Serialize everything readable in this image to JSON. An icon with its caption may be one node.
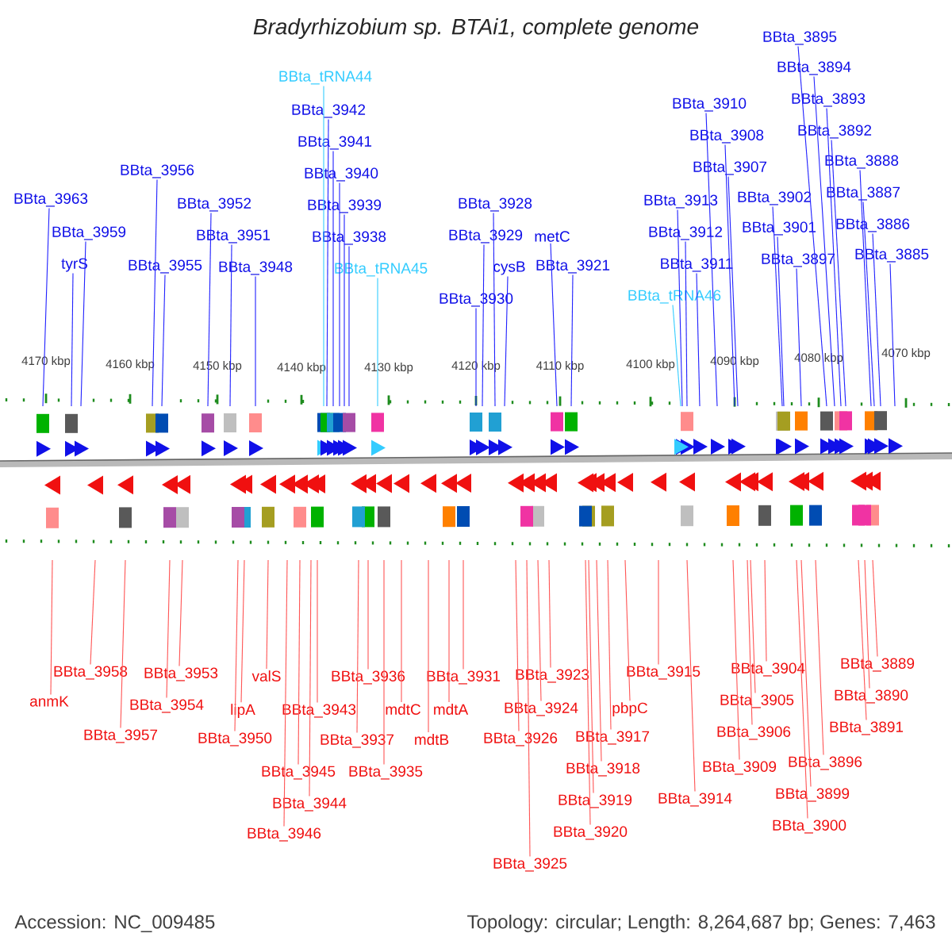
{
  "diagram": {
    "title": "Bradyrhizobium sp. BTAi1, complete genome",
    "nodes": [
      {
        "text": [
          "BBta_3895"
        ]
      },
      {
        "text": [
          "BBta_3894"
        ]
      },
      {
        "text": [
          "BBta_tRNA44"
        ]
      },
      {
        "text": [
          "BBta_3893"
        ]
      },
      {
        "text": [
          "BBta_3910"
        ]
      },
      {
        "text": [
          "BBta_3942"
        ]
      },
      {
        "text": [
          "BBta_3892"
        ]
      },
      {
        "text": [
          "BBta_3908"
        ]
      },
      {
        "text": [
          "BBta_3941"
        ]
      },
      {
        "text": [
          "BBta_3888"
        ]
      },
      {
        "text": [
          "BBta_3907"
        ]
      },
      {
        "text": [
          "BBta_3956"
        ]
      },
      {
        "text": [
          "BBta_3940"
        ]
      },
      {
        "text": [
          "BBta_3887"
        ]
      },
      {
        "text": [
          "BBta_3902"
        ]
      },
      {
        "text": [
          "BBta_3963"
        ]
      },
      {
        "text": [
          "BBta_3913"
        ]
      },
      {
        "text": [
          "BBta_3952"
        ]
      },
      {
        "text": [
          "BBta_3928"
        ]
      },
      {
        "text": [
          "BBta_3939"
        ]
      },
      {
        "text": [
          "BBta_3886"
        ]
      },
      {
        "text": [
          "BBta_3901"
        ]
      },
      {
        "text": [
          "BBta_3959"
        ]
      },
      {
        "text": [
          "BBta_3912"
        ]
      },
      {
        "text": [
          "BBta_3951"
        ]
      },
      {
        "text": [
          "BBta_3929"
        ]
      },
      {
        "text": [
          "metC"
        ]
      },
      {
        "text": [
          "BBta_3938"
        ]
      },
      {
        "text": [
          "BBta_3885"
        ]
      },
      {
        "text": [
          "BBta_3897"
        ]
      },
      {
        "text": [
          "tyrS"
        ]
      },
      {
        "text": [
          "BBta_3911"
        ]
      },
      {
        "text": [
          "BBta_3955"
        ]
      },
      {
        "text": [
          "BBta_3948"
        ]
      },
      {
        "text": [
          "cysB"
        ]
      },
      {
        "text": [
          "BBta_3921"
        ]
      },
      {
        "text": [
          "BBta_tRNA45"
        ]
      },
      {
        "text": [
          "BBta_tRNA46"
        ]
      },
      {
        "text": [
          "BBta_3930"
        ]
      },
      {
        "text": [
          "BBta_3889"
        ]
      },
      {
        "text": [
          "BBta_3904"
        ]
      },
      {
        "text": [
          "BBta_3958"
        ]
      },
      {
        "text": [
          "BBta_3953"
        ]
      },
      {
        "text": [
          "valS"
        ]
      },
      {
        "text": [
          "BBta_3915"
        ]
      },
      {
        "text": [
          "BBta_3936"
        ]
      },
      {
        "text": [
          "BBta_3931"
        ]
      },
      {
        "text": [
          "BBta_3923"
        ]
      },
      {
        "text": [
          "BBta_3890"
        ]
      },
      {
        "text": [
          "anmK"
        ]
      },
      {
        "text": [
          "BBta_3905"
        ]
      },
      {
        "text": [
          "BBta_3954"
        ]
      },
      {
        "text": [
          "BBta_3924"
        ]
      },
      {
        "text": [
          "pbpC"
        ]
      },
      {
        "text": [
          "lipA"
        ]
      },
      {
        "text": [
          "BBta_3943"
        ]
      },
      {
        "text": [
          "mdtC"
        ]
      },
      {
        "text": [
          "mdtA"
        ]
      },
      {
        "text": [
          "BBta_3891"
        ]
      },
      {
        "text": [
          "BBta_3906"
        ]
      },
      {
        "text": [
          "BBta_3957"
        ]
      },
      {
        "text": [
          "BBta_3950"
        ]
      },
      {
        "text": [
          "BBta_3926"
        ]
      },
      {
        "text": [
          "BBta_3917"
        ]
      },
      {
        "text": [
          "BBta_3937"
        ]
      },
      {
        "text": [
          "mdtB"
        ]
      },
      {
        "text": [
          "BBta_3896"
        ]
      },
      {
        "text": [
          "BBta_3909"
        ]
      },
      {
        "text": [
          "BBta_3918"
        ]
      },
      {
        "text": [
          "BBta_3945"
        ]
      },
      {
        "text": [
          "BBta_3935"
        ]
      },
      {
        "text": [
          "BBta_3899"
        ]
      },
      {
        "text": [
          "BBta_3914"
        ]
      },
      {
        "text": [
          "BBta_3919"
        ]
      },
      {
        "text": [
          "BBta_3944"
        ]
      },
      {
        "text": [
          "BBta_3900"
        ]
      },
      {
        "text": [
          "BBta_3920"
        ]
      },
      {
        "text": [
          "BBta_3946"
        ]
      },
      {
        "text": [
          "BBta_3925"
        ]
      }
    ],
    "edges": [
      {
        "from": 0,
        "to": null,
        "arrow": "none",
        "color": "#2020ff"
      },
      {
        "from": 1,
        "to": null,
        "arrow": "none",
        "color": "#2020ff"
      },
      {
        "from": 2,
        "to": null,
        "arrow": "none",
        "color": "#33ccff"
      },
      {
        "from": 3,
        "to": null,
        "arrow": "none",
        "color": "#2020ff"
      },
      {
        "from": 4,
        "to": null,
        "arrow": "none",
        "color": "#2020ff"
      },
      {
        "from": 5,
        "to": null,
        "arrow": "none",
        "color": "#2020ff"
      },
      {
        "from": 6,
        "to": null,
        "arrow": "none",
        "color": "#2020ff"
      },
      {
        "from": 7,
        "to": null,
        "arrow": "none",
        "color": "#2020ff"
      },
      {
        "from": 8,
        "to": null,
        "arrow": "none",
        "color": "#2020ff"
      },
      {
        "from": 9,
        "to": null,
        "arrow": "none",
        "color": "#2020ff"
      },
      {
        "from": 10,
        "to": null,
        "arrow": "none",
        "color": "#2020ff"
      },
      {
        "from": 11,
        "to": null,
        "arrow": "none",
        "color": "#2020ff"
      },
      {
        "from": 12,
        "to": null,
        "arrow": "none",
        "color": "#2020ff"
      },
      {
        "from": 13,
        "to": null,
        "arrow": "none",
        "color": "#2020ff"
      },
      {
        "from": 14,
        "to": null,
        "arrow": "none",
        "color": "#2020ff"
      },
      {
        "from": 15,
        "to": null,
        "arrow": "none",
        "color": "#2020ff"
      },
      {
        "from": 16,
        "to": null,
        "arrow": "none",
        "color": "#2020ff"
      },
      {
        "from": 17,
        "to": null,
        "arrow": "none",
        "color": "#2020ff"
      },
      {
        "from": 18,
        "to": null,
        "arrow": "none",
        "color": "#2020ff"
      },
      {
        "from": 19,
        "to": null,
        "arrow": "none",
        "color": "#2020ff"
      },
      {
        "from": 20,
        "to": null,
        "arrow": "none",
        "color": "#2020ff"
      },
      {
        "from": 21,
        "to": null,
        "arrow": "none",
        "color": "#2020ff"
      },
      {
        "from": 22,
        "to": null,
        "arrow": "none",
        "color": "#2020ff"
      },
      {
        "from": 23,
        "to": null,
        "arrow": "none",
        "color": "#2020ff"
      },
      {
        "from": 24,
        "to": null,
        "arrow": "none",
        "color": "#2020ff"
      },
      {
        "from": 25,
        "to": null,
        "arrow": "none",
        "color": "#2020ff"
      },
      {
        "from": 26,
        "to": null,
        "arrow": "none",
        "color": "#2020ff"
      },
      {
        "from": 27,
        "to": null,
        "arrow": "none",
        "color": "#2020ff"
      },
      {
        "from": 28,
        "to": null,
        "arrow": "none",
        "color": "#2020ff"
      },
      {
        "from": 29,
        "to": null,
        "arrow": "none",
        "color": "#2020ff"
      },
      {
        "from": 30,
        "to": null,
        "arrow": "none",
        "color": "#2020ff"
      },
      {
        "from": 31,
        "to": null,
        "arrow": "none",
        "color": "#2020ff"
      },
      {
        "from": 32,
        "to": null,
        "arrow": "none",
        "color": "#2020ff"
      },
      {
        "from": 33,
        "to": null,
        "arrow": "none",
        "color": "#2020ff"
      },
      {
        "from": 34,
        "to": null,
        "arrow": "none",
        "color": "#2020ff"
      },
      {
        "from": 35,
        "to": null,
        "arrow": "none",
        "color": "#2020ff"
      },
      {
        "from": 36,
        "to": null,
        "arrow": "none",
        "color": "#33ccff"
      },
      {
        "from": 37,
        "to": null,
        "arrow": "none",
        "color": "#33ccff"
      },
      {
        "from": 38,
        "to": null,
        "arrow": "none",
        "color": "#2020ff"
      },
      {
        "from": 39,
        "to": null,
        "arrow": "none"
      },
      {
        "from": 40,
        "to": null,
        "arrow": "none"
      },
      {
        "from": 41,
        "to": null,
        "arrow": "none"
      },
      {
        "from": 42,
        "to": null,
        "arrow": "none"
      },
      {
        "from": 43,
        "to": null,
        "arrow": "none"
      },
      {
        "from": 44,
        "to": null,
        "arrow": "none"
      },
      {
        "from": 45,
        "to": null,
        "arrow": "none"
      },
      {
        "from": 46,
        "to": null,
        "arrow": "none"
      },
      {
        "from": 47,
        "to": null,
        "arrow": "none"
      },
      {
        "from": 48,
        "to": null,
        "arrow": "none"
      },
      {
        "from": 49,
        "to": null,
        "arrow": "none"
      },
      {
        "from": 50,
        "to": null,
        "arrow": "none"
      },
      {
        "from": 51,
        "to": null,
        "arrow": "none"
      },
      {
        "from": 52,
        "to": null,
        "arrow": "none"
      },
      {
        "from": 53,
        "to": null,
        "arrow": "none"
      },
      {
        "from": 54,
        "to": null,
        "arrow": "none"
      },
      {
        "from": 55,
        "to": null,
        "arrow": "none"
      },
      {
        "from": 56,
        "to": null,
        "arrow": "none"
      },
      {
        "from": 57,
        "to": null,
        "arrow": "none"
      },
      {
        "from": 58,
        "to": null,
        "arrow": "none"
      },
      {
        "from": 59,
        "to": null,
        "arrow": "none"
      },
      {
        "from": 60,
        "to": null,
        "arrow": "none"
      },
      {
        "from": 61,
        "to": null,
        "arrow": "none"
      },
      {
        "from": 62,
        "to": null,
        "arrow": "none"
      },
      {
        "from": 63,
        "to": null,
        "arrow": "none"
      },
      {
        "from": 64,
        "to": null,
        "arrow": "none"
      },
      {
        "from": 65,
        "to": null,
        "arrow": "none"
      },
      {
        "from": 66,
        "to": null,
        "arrow": "none"
      },
      {
        "from": 67,
        "to": null,
        "arrow": "none"
      },
      {
        "from": 68,
        "to": null,
        "arrow": "none"
      },
      {
        "from": 69,
        "to": null,
        "arrow": "none"
      },
      {
        "from": 70,
        "to": null,
        "arrow": "none"
      },
      {
        "from": 71,
        "to": null,
        "arrow": "none"
      },
      {
        "from": 72,
        "to": null,
        "arrow": "none"
      },
      {
        "from": 73,
        "to": null,
        "arrow": "none"
      },
      {
        "from": 74,
        "to": null,
        "arrow": "none"
      },
      {
        "from": 75,
        "to": null,
        "arrow": "none"
      },
      {
        "from": 76,
        "to": null,
        "arrow": "none"
      },
      {
        "from": 77,
        "to": null,
        "arrow": "none"
      },
      {
        "from": 78,
        "to": null,
        "arrow": "none"
      }
    ],
    "labels": [
      "4170 kbp",
      "4160 kbp",
      "4150 kbp",
      "4140 kbp",
      "4130 kbp",
      "4120 kbp",
      "4110 kbp",
      "4100 kbp",
      "4090 kbp",
      "4080 kbp",
      "4070 kbp",
      "Accession: NC_009485",
      "Topology: circular; Length: 8,264,687 bp; Genes: 7,463"
    ]
  }
}
